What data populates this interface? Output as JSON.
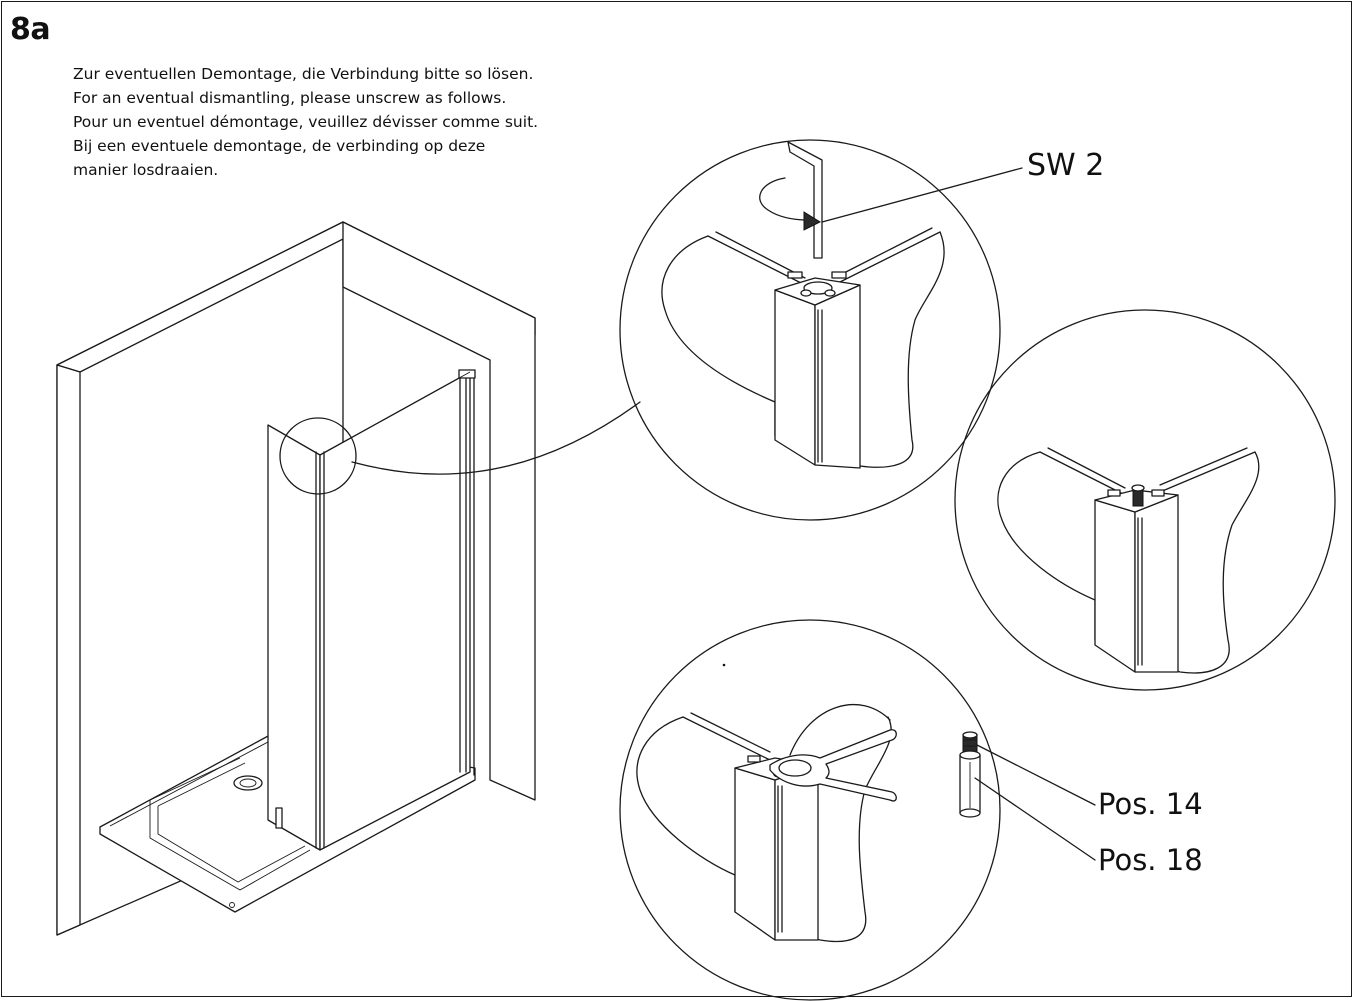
{
  "step": "8a",
  "instructions": [
    "Zur eventuellen Demontage, die Verbindung bitte so lösen.",
    "For an eventual dismantling, please unscrew as follows.",
    "Pour un eventuel démontage, veuillez dévisser comme suit.",
    "Bij een eventuele demontage, de verbinding op deze",
    "manier losdraaien."
  ],
  "callouts": {
    "wrench": "SW 2",
    "part_14": "Pos. 14",
    "part_18": "Pos. 18"
  }
}
